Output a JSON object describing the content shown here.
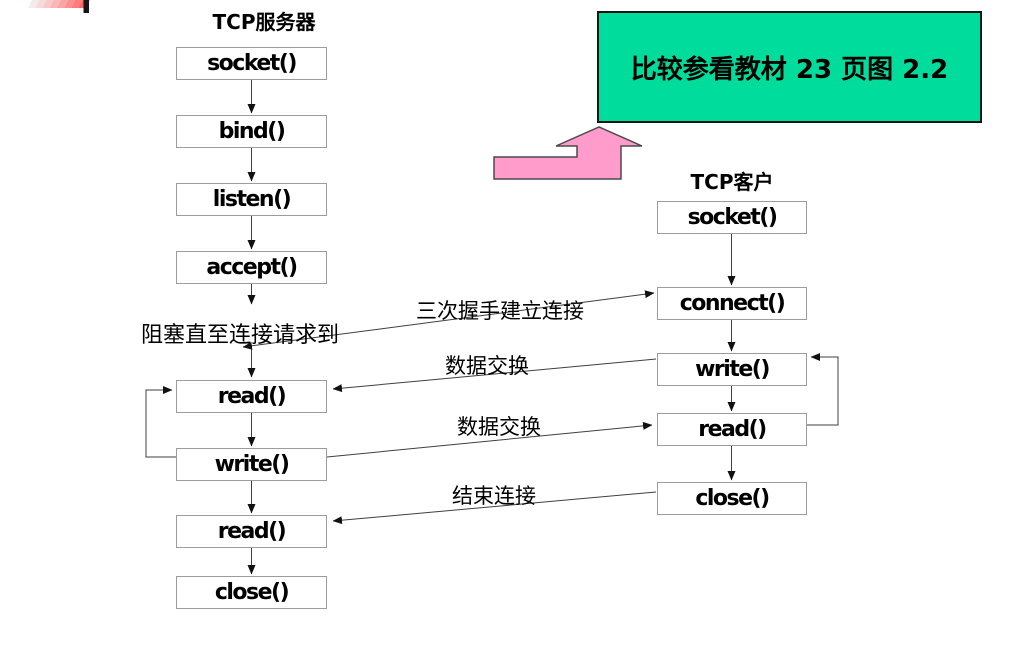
{
  "slide": {
    "note": {
      "text": "比较参看教材 23 页图 2.2"
    },
    "server": {
      "title": "TCP服务器",
      "blocking_note": "阻塞直至连接请求到",
      "boxes": [
        "socket()",
        "bind()",
        "listen()",
        "accept()",
        "read()",
        "write()",
        "read()",
        "close()"
      ]
    },
    "client": {
      "title": "TCP客户",
      "boxes": [
        "socket()",
        "connect()",
        "write()",
        "read()",
        "close()"
      ]
    },
    "edge_labels": {
      "handshake": "三次握手建立连接",
      "data_exchange_top": "数据交换",
      "data_exchange_bottom": "数据交换",
      "end_connection": "结束连接"
    },
    "colors": {
      "note_fill": "#00DC9B",
      "arrow_fill": "#FF9CCB",
      "line": "#3F3F3F",
      "box_border": "#9C9C9C",
      "stripe_red": "#FF6363"
    }
  }
}
